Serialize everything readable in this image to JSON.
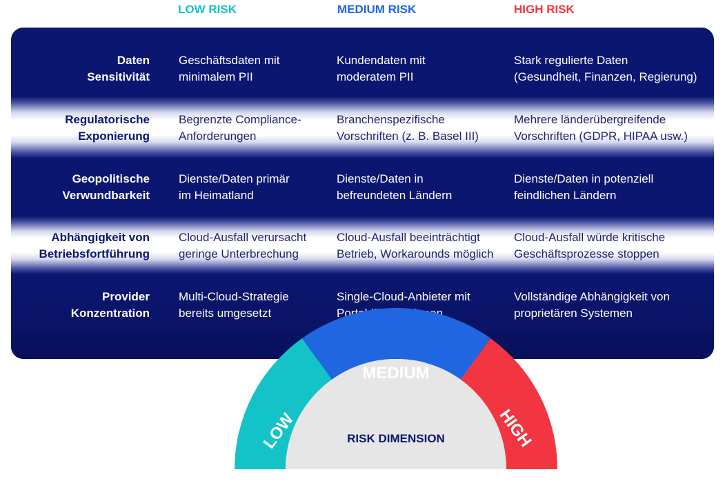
{
  "columns": {
    "low": "LOW RISK",
    "medium": "MEDIUM RISK",
    "high": "HIGH RISK"
  },
  "rows": [
    {
      "label": [
        "Daten",
        "Sensitivität"
      ],
      "low": [
        "Geschäftsdaten mit",
        "minimalem PII"
      ],
      "medium": [
        "Kundendaten mit",
        "moderatem PII"
      ],
      "high": [
        "Stark regulierte Daten",
        "(Gesundheit, Finanzen, Regierung)"
      ]
    },
    {
      "label": [
        "Regulatorische",
        "Exponierung"
      ],
      "low": [
        "Begrenzte Compliance-",
        "Anforderungen"
      ],
      "medium": [
        "Branchenspezifische",
        "Vorschriften (z. B. Basel III)"
      ],
      "high": [
        "Mehrere länderübergreifende",
        "Vorschriften (GDPR, HIPAA usw.)"
      ]
    },
    {
      "label": [
        "Geopolitische",
        "Verwundbarkeit"
      ],
      "low": [
        "Dienste/Daten primär",
        "im Heimatland"
      ],
      "medium": [
        "Dienste/Daten in",
        "befreundeten Ländern"
      ],
      "high": [
        "Dienste/Daten in potenziell",
        "feindlichen Ländern"
      ]
    },
    {
      "label": [
        "Abhängigkeit von",
        "Betriebsfortführung"
      ],
      "low": [
        "Cloud-Ausfall verursacht",
        "geringe Unterbrechung"
      ],
      "medium": [
        "Cloud-Ausfall beeinträchtigt",
        "Betrieb, Workarounds möglich"
      ],
      "high": [
        "Cloud-Ausfall würde kritische",
        "Geschäftsprozesse stoppen"
      ]
    },
    {
      "label": [
        "Provider",
        "Konzentration"
      ],
      "low": [
        "Multi-Cloud-Strategie",
        "bereits umgesetzt"
      ],
      "medium": [
        "Single-Cloud-Anbieter mit",
        "Portabilitätsoptionen"
      ],
      "high": [
        "Vollständige Abhängigkeit von",
        "proprietären Systemen"
      ]
    }
  ],
  "gauge": {
    "low": "LOW",
    "medium": "MEDIUM",
    "high": "HIGH",
    "center": "RISK DIMENSION"
  },
  "colors": {
    "low": "#13c3c7",
    "medium": "#1f66e0",
    "high": "#f23641",
    "navy": "#0b1670",
    "gauge_center": "#e6e6e6"
  }
}
